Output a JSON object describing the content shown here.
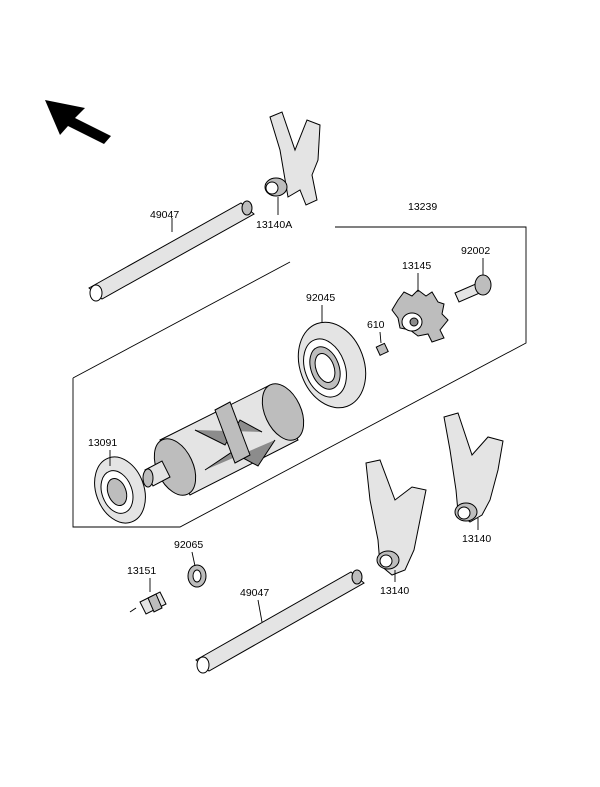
{
  "parts": {
    "p49047_top": "49047",
    "p13140A": "13140A",
    "p13239": "13239",
    "p92002": "92002",
    "p13145": "13145",
    "p92045": "92045",
    "p610": "610",
    "p13091": "13091",
    "p92065": "92065",
    "p13151": "13151",
    "p49047_bottom": "49047",
    "p13140_right": "13140",
    "p13140_left": "13140"
  },
  "icons": {
    "direction_arrow": "arrow-up-left-icon"
  }
}
